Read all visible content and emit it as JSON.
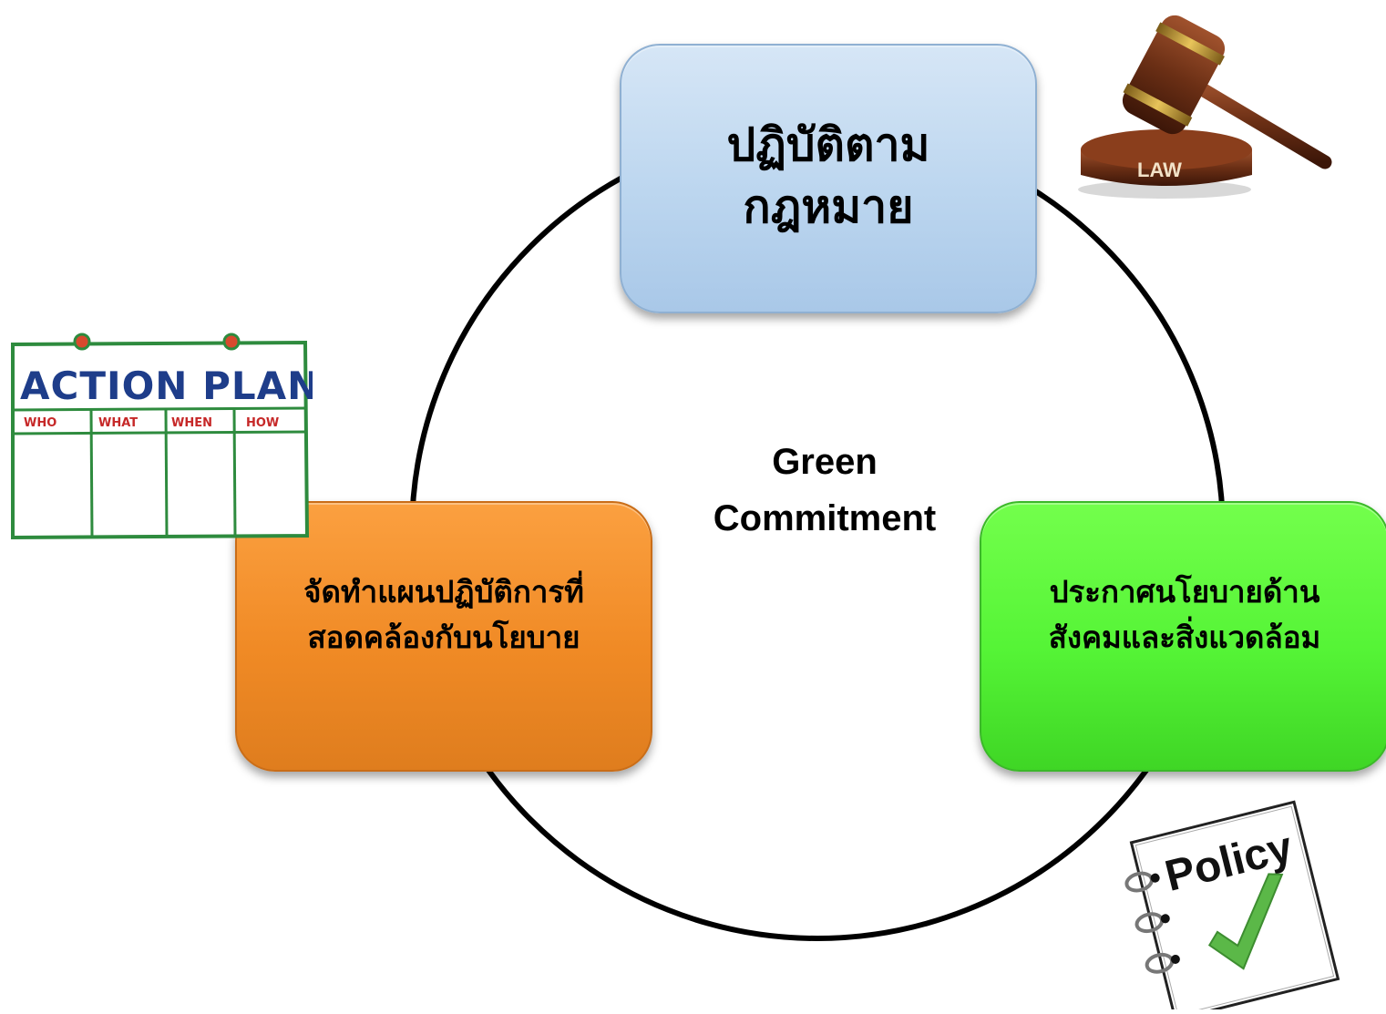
{
  "center": {
    "line1": "Green",
    "line2": "Commitment"
  },
  "nodes": {
    "law": {
      "line1": "ปฏิบัติตาม",
      "line2": "กฎหมาย",
      "color": "#bcd6ef"
    },
    "plan": {
      "line1": "จัดทำแผนปฏิบัติการที่",
      "line2": "สอดคล้องกับนโยบาย",
      "color": "#f08a25"
    },
    "policy": {
      "line1": "ประกาศนโยบายด้าน",
      "line2": "สังคมและสิ่งแวดล้อม",
      "color": "#55f436"
    }
  },
  "illustrations": {
    "action_plan": {
      "icon": "action-plan-board-icon",
      "title": "ACTION PLAN",
      "columns": [
        "WHO",
        "WHAT",
        "WHEN",
        "HOW"
      ]
    },
    "gavel": {
      "icon": "gavel-icon",
      "label": "LAW"
    },
    "policy_pad": {
      "icon": "policy-checklist-icon",
      "label": "Policy"
    }
  }
}
